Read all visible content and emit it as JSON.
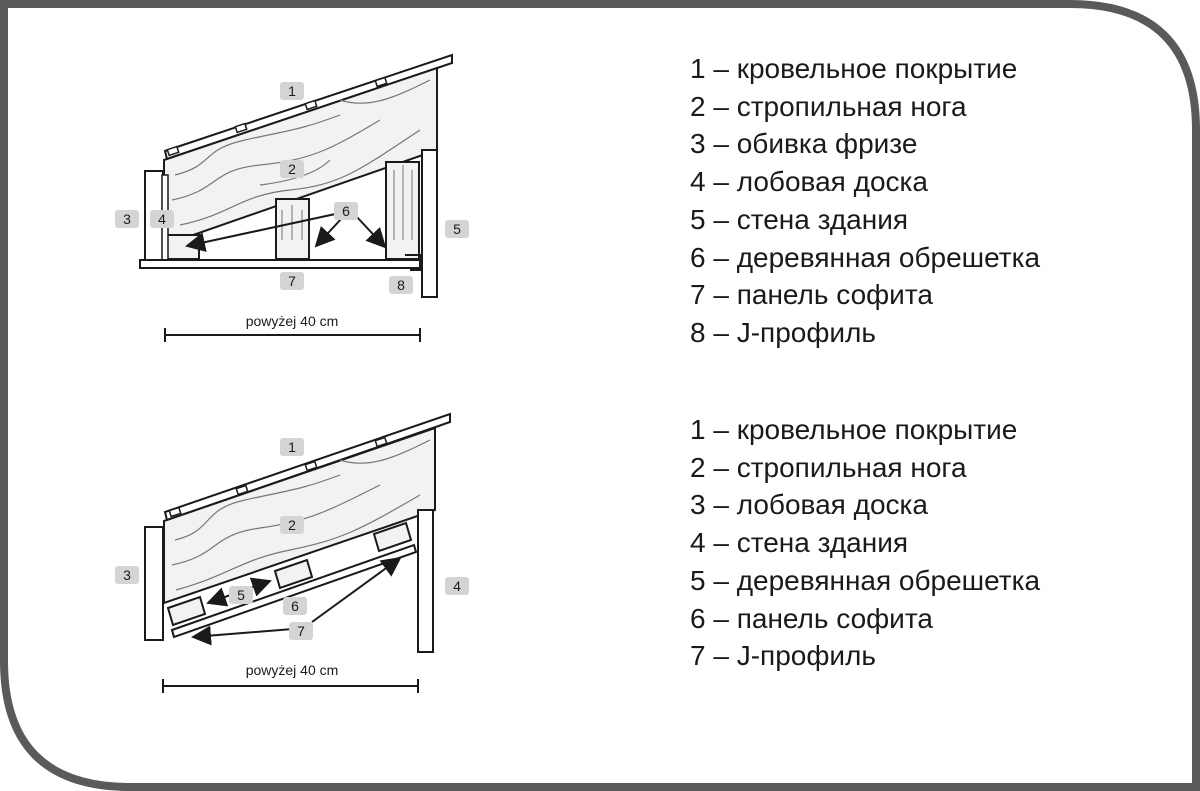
{
  "diagram_top": {
    "callouts": [
      "1",
      "2",
      "3",
      "4",
      "5",
      "6",
      "7",
      "8"
    ],
    "dimension_label": "powyżej 40 cm"
  },
  "diagram_bottom": {
    "callouts": [
      "1",
      "2",
      "3",
      "4",
      "5",
      "6",
      "7"
    ],
    "dimension_label": "powyżej 40 cm"
  },
  "legend_top": [
    "1 – кровельное покрытие",
    "2 – стропильная нога",
    "3 – обивка фризе",
    "4 – лобовая доска",
    "5 – стена здания",
    "6 – деревянная обрешетка",
    "7 – панель софита",
    "8 – J-профиль"
  ],
  "legend_bottom": [
    "1 – кровельное покрытие",
    "2 – стропильная нога",
    "3 – лобовая доска",
    "4 – стена здания",
    "5 – деревянная обрешетка",
    "6 – панель софита",
    "7 – J-профиль"
  ],
  "colors": {
    "frame": "#5a5a5a",
    "line": "#1a1a1a",
    "wood": "#f2f2f2",
    "label_bg": "#d4d4d4"
  }
}
